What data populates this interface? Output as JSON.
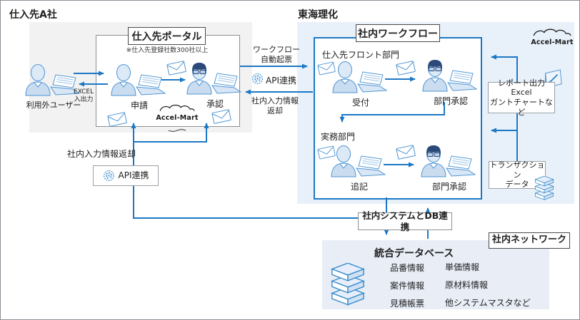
{
  "colors": {
    "accent_blue": "#1c78c4",
    "supplier_region_bg": "#f2f2f3",
    "tokai_region_bg": "#e8f0f9",
    "database_region_bg": "#e8edf6"
  },
  "regions": {
    "supplier_title": "仕入先A社",
    "tokai_title": "東海理化"
  },
  "portal": {
    "title": "仕入先ポータル",
    "subtitle": "※仕入先登録社数300社以上",
    "external_user": "利用外ユーザー",
    "excel_line1": "EXCEL",
    "excel_line2": "入出力",
    "apply": "申請",
    "approve": "承認",
    "logo": "Accel-Mart"
  },
  "flows": {
    "auto_start_line1": "ワークフロー",
    "auto_start_line2": "自動起票",
    "api_mid": "API連携",
    "return_line1": "社内入力情報",
    "return_line2": "返却",
    "return_bottom": "社内入力情報返却",
    "api_box": "API連携",
    "db_link": "社内システムとDB連携"
  },
  "workflow": {
    "title": "社内ワークフロー",
    "front_dept": "仕入先フロント部門",
    "reception": "受付",
    "dept_approval_1": "部門承認",
    "ops_dept": "実務部門",
    "append": "追記",
    "dept_approval_2": "部門承認",
    "logo": "Accel-Mart"
  },
  "right_side": {
    "report_line1": "レポート出力",
    "report_line2": "Excel",
    "report_line3": "ガントチャートなど",
    "transaction_line1": "トランザクション",
    "transaction_line2": "データ",
    "network": "社内ネットワーク"
  },
  "database": {
    "title": "統合データベース",
    "col1": [
      "品番情報",
      "案件情報",
      "見積帳票"
    ],
    "col2": [
      "単価情報",
      "原材料情報",
      "他システムマスタなど"
    ]
  }
}
